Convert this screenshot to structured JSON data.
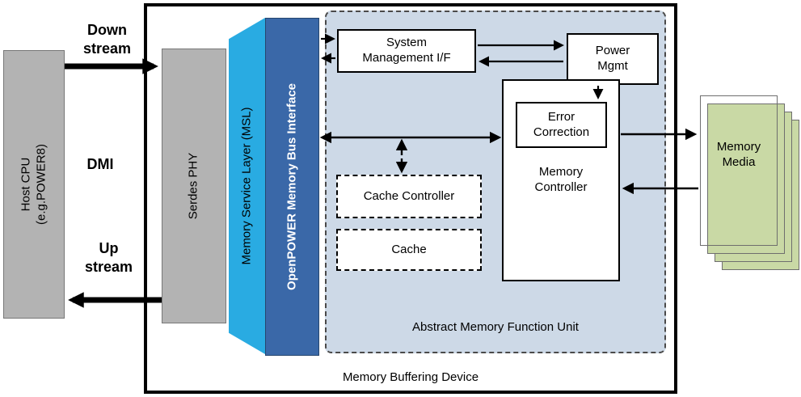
{
  "host_cpu": {
    "label": "Host CPU\n(e.g.POWER8)"
  },
  "channel": {
    "downstream": "Down\nstream",
    "dmi": "DMI",
    "upstream": "Up\nstream"
  },
  "device": {
    "label": "Memory Buffering Device",
    "serdes_phy": {
      "label": "Serdes PHY"
    },
    "msl": {
      "label": "Memory Service Layer (MSL)"
    },
    "bus_interface": {
      "label": "OpenPOWER Memory Bus Interface"
    },
    "amfu": {
      "label": "Abstract Memory Function Unit",
      "system_management": {
        "label": "System\nManagement I/F"
      },
      "power_mgmt": {
        "label": "Power\nMgmt"
      },
      "memory_controller": {
        "label": "Memory\nController"
      },
      "error_correction": {
        "label": "Error\nCorrection"
      },
      "cache_controller": {
        "label": "Cache Controller"
      },
      "cache": {
        "label": "Cache"
      }
    }
  },
  "memory_media": {
    "label": "Memory\nMedia"
  },
  "colors": {
    "box_gray": "#b3b3b3",
    "msl_cyan": "#29abe2",
    "bus_blue": "#3a68a8",
    "amfu_bg": "#cdd9e7",
    "media_green": "#c9d9a5"
  }
}
